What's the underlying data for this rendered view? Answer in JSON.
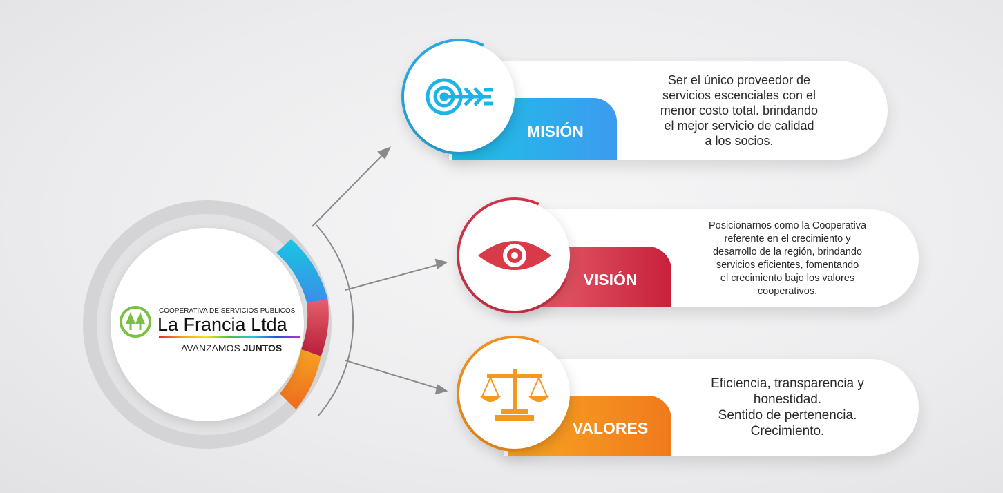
{
  "logo": {
    "top_line": "COOPERATIVA DE SERVICIOS PÚBLICOS",
    "name": "La Francia Ltda",
    "slogan_a": "AVANZAMOS",
    "slogan_b": "JUNTOS"
  },
  "cards": [
    {
      "title": "MISIÓN",
      "text": "Ser el único proveedor de\nservicios escenciales con el\nmenor costo total. brindando\nel mejor servicio de calidad\na los socios.",
      "icon": "target-arrow-icon",
      "color": "#1ab8e6"
    },
    {
      "title": "VISIÓN",
      "text": "Posicionarnos como la Cooperativa\nreferente en el crecimiento y\ndesarrollo de la región, brindando\nservicios eficientes, fomentando\nel crecimiento bajo los valores\ncooperativos.",
      "icon": "eye-icon",
      "color": "#d8344a"
    },
    {
      "title": "VALORES",
      "text": "Eficiencia, transparencia y\nhonestidad.\nSentido de pertenencia.\nCrecimiento.",
      "icon": "scales-icon",
      "color": "#f7941d"
    }
  ]
}
